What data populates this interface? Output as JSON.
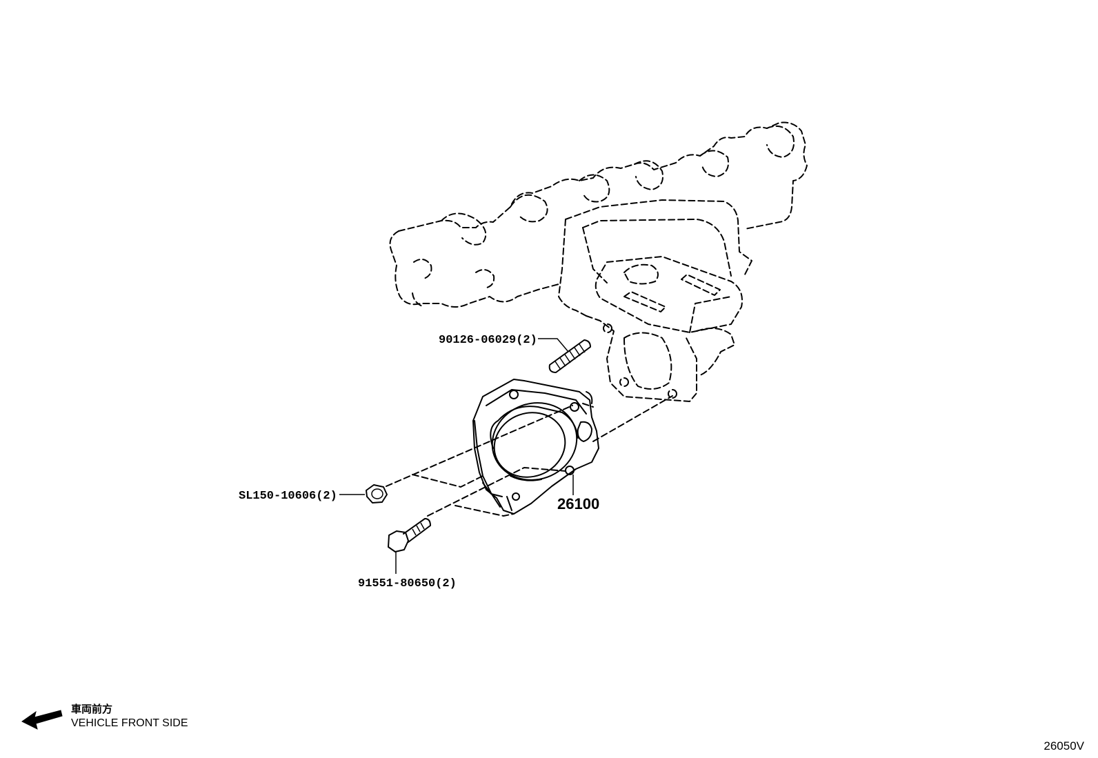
{
  "callouts": {
    "stud_bolt": "90126-06029(2)",
    "nut": "SL150-10606(2)",
    "throttle_body": "26100",
    "flange_bolt": "91551-80650(2)"
  },
  "legend": {
    "direction_jp": "車両前方",
    "direction_en": "VEHICLE FRONT SIDE",
    "icon": "arrow-left-icon"
  },
  "drawing_id": "26050V"
}
